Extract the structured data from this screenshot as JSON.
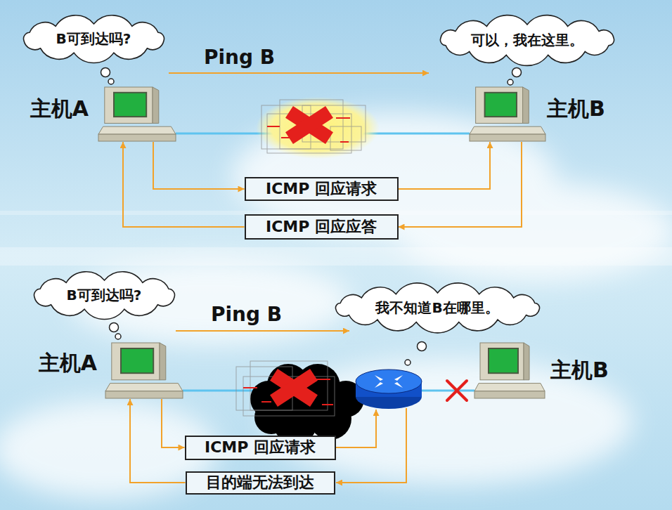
{
  "diagram": {
    "nodes": [
      {
        "text": [
          "B可到达吗?"
        ]
      },
      {
        "text": [
          "可以，我在这里。"
        ]
      },
      {
        "text": [
          "主机A"
        ]
      },
      {
        "text": [
          "主机B"
        ]
      },
      {
        "text": [
          "ICMP 回应请求"
        ]
      },
      {
        "text": [
          "ICMP 回应应答"
        ]
      },
      {
        "text": [
          "B可到达吗?"
        ]
      },
      {
        "text": [
          "我不知道B在哪里。"
        ]
      },
      {
        "text": [
          "主机A"
        ]
      },
      {
        "text": [
          "主机B"
        ]
      },
      {
        "text": [
          "ICMP 回应请求"
        ]
      },
      {
        "text": [
          "目的端无法到达"
        ]
      }
    ],
    "edges": [
      {
        "from": 2,
        "to": 4,
        "arrow": "to"
      },
      {
        "from": 4,
        "to": 3,
        "arrow": "to"
      },
      {
        "from": 3,
        "to": 5,
        "arrow": "to"
      },
      {
        "from": 5,
        "to": 2,
        "arrow": "to"
      },
      {
        "from": 8,
        "to": 10,
        "arrow": "to"
      },
      {
        "from": 11,
        "to": 8,
        "arrow": "to"
      }
    ],
    "labels": [
      "Ping B",
      "Ping B"
    ]
  }
}
